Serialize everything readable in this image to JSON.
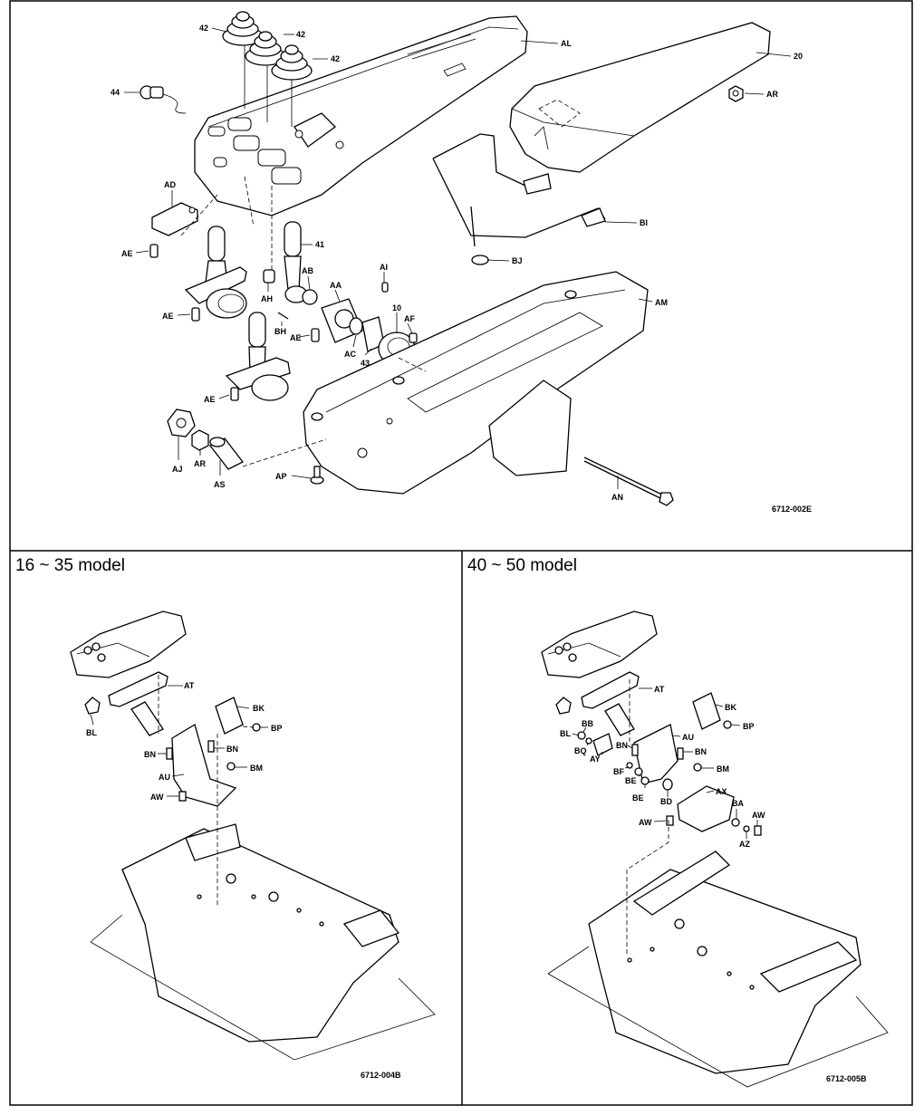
{
  "top_panel": {
    "drawing_code": "6712-002E",
    "labels": {
      "p42a": "42",
      "p42b": "42",
      "p42c": "42",
      "AL": "AL",
      "p20": "20",
      "AR_top": "AR",
      "p44": "44",
      "AD": "AD",
      "AE_1": "AE",
      "BI": "BI",
      "BJ": "BJ",
      "p41": "41",
      "AI": "AI",
      "AB": "AB",
      "AA": "AA",
      "AM": "AM",
      "AH": "AH",
      "AE_2": "AE",
      "p10": "10",
      "AF": "AF",
      "BH": "BH",
      "AE_3": "AE",
      "AC": "AC",
      "p43": "43",
      "AE_4": "AE",
      "AJ": "AJ",
      "AR_low": "AR",
      "AS": "AS",
      "AP": "AP",
      "AN": "AN"
    }
  },
  "left_panel": {
    "title": "16 ~ 35 model",
    "drawing_code": "6712-004B",
    "labels": {
      "AT": "AT",
      "BK": "BK",
      "BL": "BL",
      "BP": "BP",
      "BN_1": "BN",
      "BN_2": "BN",
      "BM": "BM",
      "AU": "AU",
      "AW": "AW"
    }
  },
  "right_panel": {
    "title": "40 ~ 50 model",
    "drawing_code": "6712-005B",
    "labels": {
      "AT": "AT",
      "BK": "BK",
      "BB": "BB",
      "BP": "BP",
      "BL": "BL",
      "AU": "AU",
      "BN_1": "BN",
      "BQ": "BQ",
      "AY": "AY",
      "BN_2": "BN",
      "BF": "BF",
      "BM": "BM",
      "BE_1": "BE",
      "BE_2": "BE",
      "AX": "AX",
      "BD": "BD",
      "BA": "BA",
      "AW_1": "AW",
      "AW_2": "AW",
      "AZ": "AZ"
    }
  }
}
